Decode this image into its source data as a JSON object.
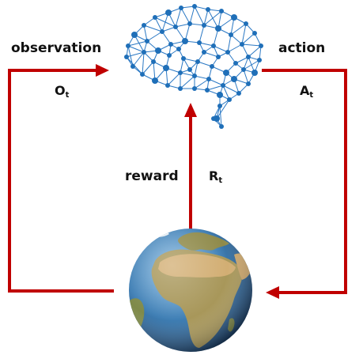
{
  "labels": {
    "observation": "observation",
    "observation_symbol": "O",
    "observation_subscript": "t",
    "action": "action",
    "action_symbol": "A",
    "action_subscript": "t",
    "reward": "reward",
    "reward_symbol": "R",
    "reward_subscript": "t"
  },
  "colors": {
    "arrow": "#c00000",
    "brain_node": "#1f6fb8",
    "brain_edge": "#2a78c4",
    "ocean": "#3f7fb5",
    "land": "#8f8a4a",
    "desert": "#c9a46a"
  },
  "icons": {
    "agent": "brain-network-icon",
    "environment": "earth-globe-icon"
  }
}
